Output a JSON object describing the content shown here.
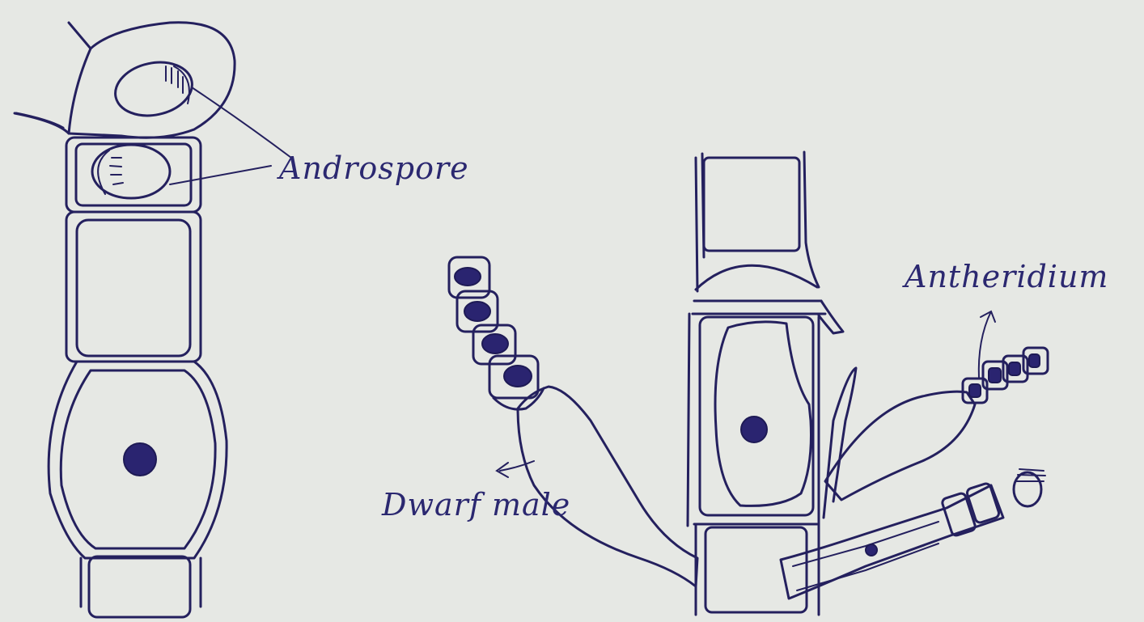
{
  "labels": {
    "androspore": "Androspore",
    "antheridium": "Antheridium",
    "dwarf_male": "Dwarf male"
  },
  "colors": {
    "paper": "#e6e8e4",
    "ink": "#24205e"
  }
}
